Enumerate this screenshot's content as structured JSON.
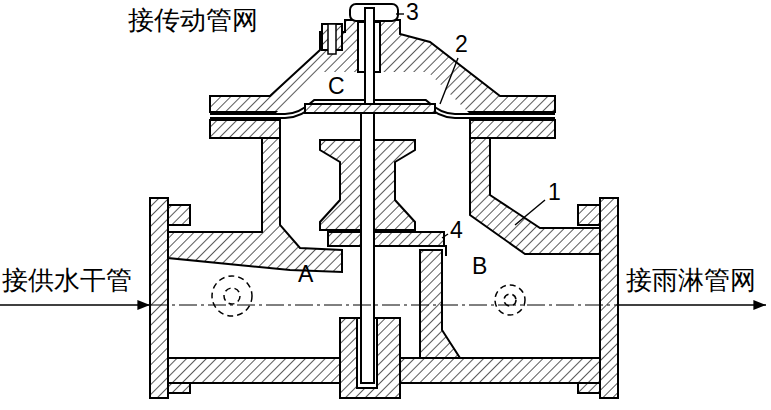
{
  "diagram": {
    "labels": [
      "接传动管网",
      "3",
      "C",
      "2",
      "1",
      "4",
      "B",
      "接供水干管",
      "A",
      "接雨淋管网"
    ]
  }
}
